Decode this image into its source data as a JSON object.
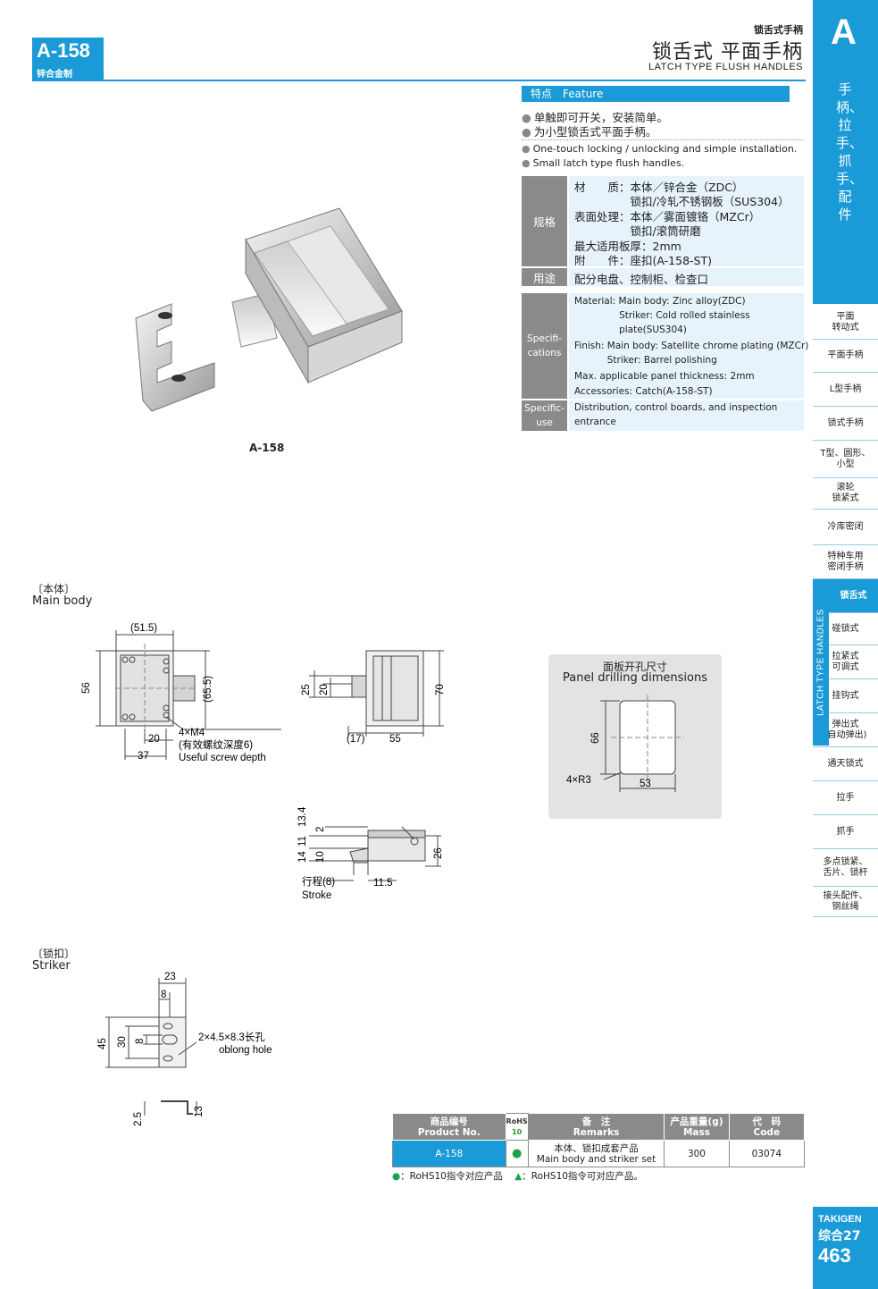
{
  "header": {
    "code": "A-158",
    "material_note": "锌合金制",
    "category_small": "锁舌式手柄",
    "title_cn": "锁舌式 平面手柄",
    "title_en": "LATCH TYPE FLUSH HANDLES"
  },
  "side_tab": {
    "letter": "A",
    "vertical_text": "手柄、拉手、抓手、配件",
    "vertical_en": "LATCH TYPE HANDLES",
    "nav": [
      "平面\n转动式",
      "平面手柄",
      "L型手柄",
      "锁式手柄",
      "T型、圆形、\n小型",
      "滚轮\n锁紧式",
      "冷库密闭",
      "特种车用\n密闭手柄",
      "锁舌式",
      "碰锁式",
      "拉紧式\n可调式",
      "挂钩式",
      "弹出式\n(自动弹出)",
      "通天锁式",
      "拉手",
      "抓手",
      "多点锁紧、\n舌片、锁杆",
      "接头配件、\n钢丝绳"
    ]
  },
  "feature": {
    "label": "特点　Feature",
    "cn": [
      "单触即可开关，安装简单。",
      "为小型锁舌式平面手柄。"
    ],
    "en": [
      "One-touch locking / unlocking and simple installation.",
      "Small latch type flush handles."
    ]
  },
  "spec_cn": {
    "label_spec": "规格",
    "label_use": "用途",
    "lines": [
      "材　　质：本体／锌合金（ZDC）",
      "　　　　　锁扣/冷轧不锈钢板（SUS304）",
      "表面处理：本体／雾面镀铬（MZCr）",
      "　　　　　锁扣/滚筒研磨",
      "最大适用板厚：2mm",
      "附　　件：座扣(A-158-ST)"
    ],
    "use": "配分电盘、控制柜、检查口"
  },
  "spec_en": {
    "label_spec": "Specifi-\ncations",
    "label_use": "Specific-\nuse",
    "lines": [
      "Material: Main body: Zinc alloy(ZDC)",
      "               Striker: Cold rolled stainless",
      "               plate(SUS304)",
      "Finish: Main body: Satellite chrome plating (MZCr)",
      "           Striker: Barrel polishing",
      "Max. applicable panel thickness: 2mm",
      "Accessories: Catch(A-158-ST)"
    ],
    "use": [
      "Distribution, control boards, and inspection",
      "entrance"
    ]
  },
  "photo_caption": "A-158",
  "main_body": {
    "cn": "〔本体〕",
    "en": "Main body",
    "dims": {
      "w515": "(51.5)",
      "h56": "56",
      "h655": "(65.5)",
      "d20": "20",
      "d37": "37",
      "m4": "4×M4",
      "m4_note_cn": "(有效螺纹深度6)",
      "m4_note_en": "Useful screw depth",
      "f25": "25",
      "f20": "20",
      "f70": "70",
      "f17": "(17)",
      "f55": "55",
      "s134": "13.4",
      "s2": "2",
      "s14": "14",
      "s11": "11",
      "s10": "10",
      "s26": "26",
      "s115": "11.5",
      "stroke_cn": "行程(8)",
      "stroke_en": "Stroke"
    }
  },
  "panel": {
    "title_cn": "面板开孔尺寸",
    "title_en": "Panel drilling dimensions",
    "h": "66",
    "w": "53",
    "r": "4×R3"
  },
  "striker": {
    "cn": "〔锁扣〕",
    "en": "Striker",
    "dims": {
      "w23": "23",
      "w8": "8",
      "h45": "45",
      "h30": "30",
      "h8": "8",
      "hole": "2×4.5×8.3长孔",
      "hole_en": "oblong hole",
      "t25": "2.5",
      "t13": "13"
    }
  },
  "table": {
    "headers": [
      [
        "商品编号",
        "Product No."
      ],
      [
        "RoHS",
        "10"
      ],
      [
        "备　注",
        "Remarks"
      ],
      [
        "产品重量(g)",
        "Mass"
      ],
      [
        "代　码",
        "Code"
      ]
    ],
    "rows": [
      [
        "A-158",
        "●",
        "本体、锁扣成套产品",
        "Main body and striker set",
        "300",
        "03074"
      ]
    ]
  },
  "legend": {
    "a": "：RoHS10指令对应产品",
    "b": "：RoHS10指令可对应产品。"
  },
  "page": {
    "brand": "TAKIGEN",
    "section": "综合27",
    "number": "463"
  },
  "colors": {
    "accent": "#1a9ad6",
    "gray": "#8a8a8a",
    "light": "#e7f3fb"
  }
}
